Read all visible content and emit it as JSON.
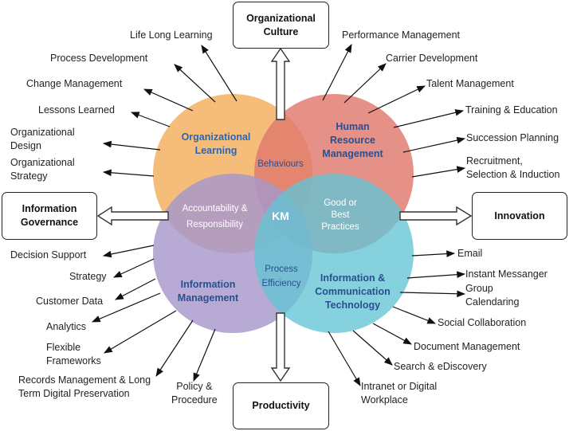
{
  "center": "KM",
  "circles": {
    "organizational_learning": {
      "title_l1": "Organizational",
      "title_l2": "Learning",
      "color": "#f4b466"
    },
    "human_resource": {
      "title_l1": "Human",
      "title_l2": "Resource",
      "title_l3": "Management",
      "color": "#e0796d"
    },
    "information_management": {
      "title_l1": "Information",
      "title_l2": "Management",
      "color": "#a797cc"
    },
    "ict": {
      "title_l1": "Information &",
      "title_l2": "Communication",
      "title_l3": "Technology",
      "color": "#63c4d3"
    }
  },
  "overlaps": {
    "behaviours": "Behaviours",
    "accountability_l1": "Accountability &",
    "accountability_l2": "Responsibility",
    "good_l1": "Good or",
    "good_l2": "Best",
    "good_l3": "Practices",
    "process_l1": "Process",
    "process_l2": "Efficiency"
  },
  "boxes": {
    "culture_l1": "Organizational",
    "culture_l2": "Culture",
    "governance_l1": "Information",
    "governance_l2": "Governance",
    "innovation": "Innovation",
    "productivity": "Productivity"
  },
  "labels": {
    "life_long_learning": "Life Long Learning",
    "process_development": "Process Development",
    "change_management": "Change Management",
    "lessons_learned": "Lessons Learned",
    "org_design_l1": "Organizational",
    "org_design_l2": "Design",
    "org_strategy_l1": "Organizational",
    "org_strategy_l2": "Strategy",
    "performance_management": "Performance Management",
    "carrier_development": "Carrier Development",
    "talent_management": "Talent Management",
    "training_education": "Training & Education",
    "succession_planning": "Succession Planning",
    "recruitment_l1": "Recruitment,",
    "recruitment_l2": "Selection & Induction",
    "decision_support": "Decision Support",
    "strategy": "Strategy",
    "customer_data": "Customer Data",
    "analytics": "Analytics",
    "flexible_l1": "Flexible",
    "flexible_l2": "Frameworks",
    "records_l1": "Records Management & Long",
    "records_l2": "Term Digital Preservation",
    "policy_l1": "Policy &",
    "policy_l2": "Procedure",
    "email": "Email",
    "instant_messanger": "Instant Messanger",
    "group_l1": "Group",
    "group_l2": "Calendaring",
    "social_collaboration": "Social Collaboration",
    "document_management": "Document Management",
    "search_ediscovery": "Search & eDiscovery",
    "intranet_l1": "Intranet or Digital",
    "intranet_l2": "Workplace"
  }
}
